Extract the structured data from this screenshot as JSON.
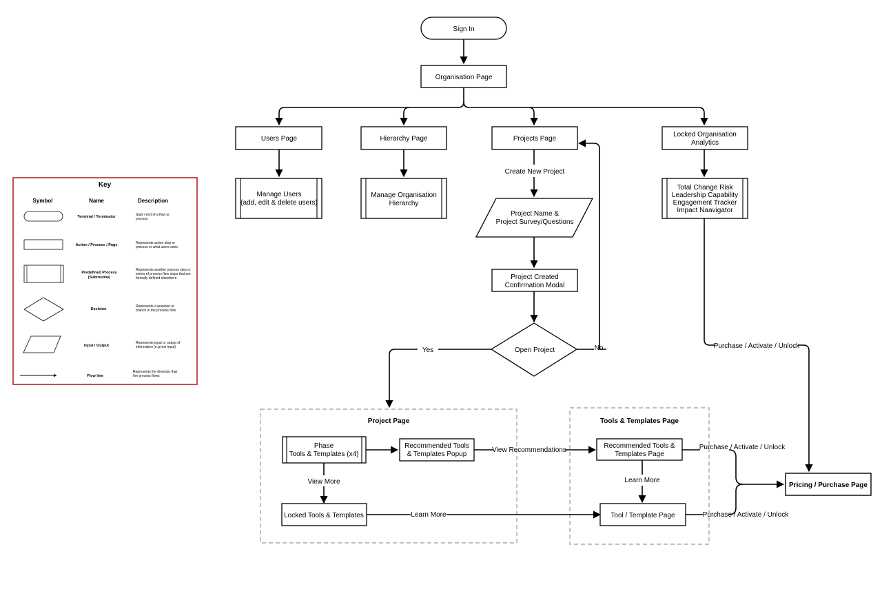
{
  "nodes": {
    "sign_in": "Sign In",
    "organisation_page": "Organisation Page",
    "users_page": "Users Page",
    "hierarchy_page": "Hierarchy Page",
    "projects_page": "Projects Page",
    "locked_analytics": [
      "Locked Organisation",
      "Analytics"
    ],
    "manage_users": [
      "Manage Users",
      "(add, edit & delete users)"
    ],
    "manage_hierarchy": [
      "Manage Organisation",
      "Hierarchy"
    ],
    "analytics_list": [
      "Total Change Risk",
      "Leadership Capability",
      "Engagement Tracker",
      "Impact Naavigator"
    ],
    "project_name_input": [
      "Project Name &",
      "Project Survey/Questions"
    ],
    "project_created": [
      "Project Created",
      "Confirmation Modal"
    ],
    "open_project": "Open Project",
    "phase_tools": [
      "Phase",
      "Tools & Templates (x4)"
    ],
    "recommended_popup": [
      "Recommended Tools",
      "& Templates Popup"
    ],
    "locked_tools": "Locked Tools & Templates",
    "recommended_page": [
      "Recommended Tools &",
      "Templates Page"
    ],
    "tool_template_page": "Tool / Template Page",
    "pricing_page": "Pricing / Purchase Page"
  },
  "groups": {
    "project_page": "Project Page",
    "tools_templates_page": "Tools & Templates Page"
  },
  "edges": {
    "create_new_project": "Create New Project",
    "yes": "Yes",
    "no": "No",
    "view_more": "View More",
    "view_recommendations": "View Recommendations",
    "learn_more_bottom": "Learn More",
    "learn_more_right": "Learn More",
    "purchase_analytics": "Purchase / Activate / Unlock",
    "purchase_recommended": "Purchase / Activate / Unlock",
    "purchase_tool": "Purchase / Activate / Unlock"
  },
  "key": {
    "title": "Key",
    "headers": {
      "symbol": "Symbol",
      "name": "Name",
      "description": "Description"
    },
    "rows": [
      {
        "name": [
          "Terminal / Terminator"
        ],
        "desc": [
          "Start / end of a flow or",
          "process"
        ]
      },
      {
        "name": [
          "Action / Process / Page"
        ],
        "desc": [
          "Represents action step or",
          "process or what users sees"
        ]
      },
      {
        "name": [
          "Predefined Process",
          "(Subroutine)"
        ],
        "desc": [
          "Represents another process step or",
          "series of process flow steps that are",
          "formally defined elsewhere"
        ]
      },
      {
        "name": [
          "Decision"
        ],
        "desc": [
          "Represents a question or",
          "branch in the process flow"
        ]
      },
      {
        "name": [
          "Input /  Output"
        ],
        "desc": [
          "Represents input or output of",
          "information (e.g text input)"
        ]
      },
      {
        "name": [
          "Flow line"
        ],
        "desc": [
          "Represents the direction that",
          "the process flows"
        ]
      }
    ],
    "border_color": "#b3262d"
  }
}
